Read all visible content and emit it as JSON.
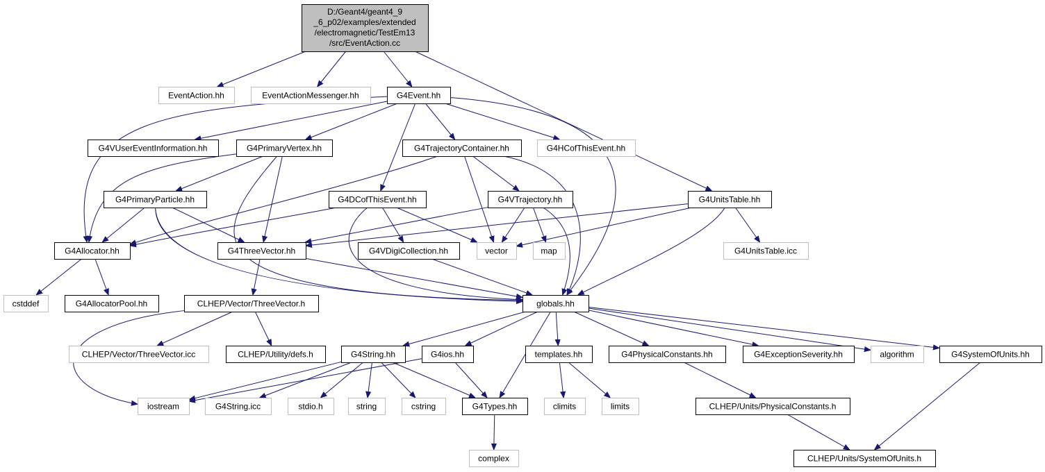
{
  "diagram": {
    "root_lines": [
      "D:/Geant4/geant4_9",
      "_6_p02/examples/extended",
      "/electromagnetic/TestEm13",
      "/src/EventAction.cc"
    ],
    "nodes": {
      "root": "D:/Geant4/geant4_9_6_p02/examples/extended/electromagnetic/TestEm13/src/EventAction.cc",
      "eventaction_hh": "EventAction.hh",
      "eventactionmessenger_hh": "EventActionMessenger.hh",
      "g4event_hh": "G4Event.hh",
      "g4vusereventinformation_hh": "G4VUserEventInformation.hh",
      "g4primaryvertex_hh": "G4PrimaryVertex.hh",
      "g4trajectorycontainer_hh": "G4TrajectoryContainer.hh",
      "g4hcofthisevent_hh": "G4HCofThisEvent.hh",
      "g4primaryparticle_hh": "G4PrimaryParticle.hh",
      "g4dcofthisevent_hh": "G4DCofThisEvent.hh",
      "g4vtrajectory_hh": "G4VTrajectory.hh",
      "g4unitstable_hh": "G4UnitsTable.hh",
      "g4allocator_hh": "G4Allocator.hh",
      "g4threevector_hh": "G4ThreeVector.hh",
      "g4vdigicollection_hh": "G4VDigiCollection.hh",
      "vector": "vector",
      "map": "map",
      "g4unitstable_icc": "G4UnitsTable.icc",
      "cstddef": "cstddef",
      "g4allocatorpool_hh": "G4AllocatorPool.hh",
      "clhep_threevector_h": "CLHEP/Vector/ThreeVector.h",
      "globals_hh": "globals.hh",
      "clhep_threevector_icc": "CLHEP/Vector/ThreeVector.icc",
      "clhep_defs_h": "CLHEP/Utility/defs.h",
      "g4string_hh": "G4String.hh",
      "g4ios_hh": "G4ios.hh",
      "templates_hh": "templates.hh",
      "g4physicalconstants_hh": "G4PhysicalConstants.hh",
      "g4exceptionseverity_hh": "G4ExceptionSeverity.hh",
      "algorithm": "algorithm",
      "g4systemofunits_hh": "G4SystemOfUnits.hh",
      "iostream": "iostream",
      "g4string_icc": "G4String.icc",
      "stdio_h": "stdio.h",
      "string": "string",
      "cstring": "cstring",
      "g4types_hh": "G4Types.hh",
      "climits": "climits",
      "limits": "limits",
      "clhep_physicalconstants_h": "CLHEP/Units/PhysicalConstants.h",
      "complex": "complex",
      "clhep_systemofunits_h": "CLHEP/Units/SystemOfUnits.h"
    },
    "external_nodes": [
      "eventaction_hh",
      "eventactionmessenger_hh",
      "g4hcofthisevent_hh",
      "vector",
      "map",
      "g4unitstable_icc",
      "cstddef",
      "clhep_threevector_icc",
      "algorithm",
      "iostream",
      "g4string_icc",
      "stdio_h",
      "string",
      "cstring",
      "climits",
      "limits",
      "complex"
    ],
    "edges": [
      [
        "root",
        "eventaction_hh"
      ],
      [
        "root",
        "eventactionmessenger_hh"
      ],
      [
        "root",
        "g4event_hh"
      ],
      [
        "root",
        "g4unitstable_hh"
      ],
      [
        "g4event_hh",
        "g4vusereventinformation_hh"
      ],
      [
        "g4event_hh",
        "g4primaryvertex_hh"
      ],
      [
        "g4event_hh",
        "g4trajectorycontainer_hh"
      ],
      [
        "g4event_hh",
        "g4hcofthisevent_hh"
      ],
      [
        "g4event_hh",
        "g4dcofthisevent_hh"
      ],
      [
        "g4event_hh",
        "g4allocator_hh"
      ],
      [
        "g4event_hh",
        "globals_hh"
      ],
      [
        "g4primaryvertex_hh",
        "g4primaryparticle_hh"
      ],
      [
        "g4primaryvertex_hh",
        "g4allocator_hh"
      ],
      [
        "g4primaryvertex_hh",
        "g4threevector_hh"
      ],
      [
        "g4primaryvertex_hh",
        "globals_hh"
      ],
      [
        "g4trajectorycontainer_hh",
        "g4vtrajectory_hh"
      ],
      [
        "g4trajectorycontainer_hh",
        "vector"
      ],
      [
        "g4trajectorycontainer_hh",
        "g4allocator_hh"
      ],
      [
        "g4trajectorycontainer_hh",
        "globals_hh"
      ],
      [
        "g4primaryparticle_hh",
        "g4allocator_hh"
      ],
      [
        "g4primaryparticle_hh",
        "g4threevector_hh"
      ],
      [
        "g4primaryparticle_hh",
        "globals_hh"
      ],
      [
        "g4dcofthisevent_hh",
        "g4vdigicollection_hh"
      ],
      [
        "g4dcofthisevent_hh",
        "vector"
      ],
      [
        "g4dcofthisevent_hh",
        "g4allocator_hh"
      ],
      [
        "g4dcofthisevent_hh",
        "globals_hh"
      ],
      [
        "g4vtrajectory_hh",
        "vector"
      ],
      [
        "g4vtrajectory_hh",
        "map"
      ],
      [
        "g4vtrajectory_hh",
        "g4threevector_hh"
      ],
      [
        "g4vtrajectory_hh",
        "globals_hh"
      ],
      [
        "g4unitstable_hh",
        "vector"
      ],
      [
        "g4unitstable_hh",
        "g4unitstable_icc"
      ],
      [
        "g4unitstable_hh",
        "g4threevector_hh"
      ],
      [
        "g4unitstable_hh",
        "globals_hh"
      ],
      [
        "g4allocator_hh",
        "cstddef"
      ],
      [
        "g4allocator_hh",
        "g4allocatorpool_hh"
      ],
      [
        "g4threevector_hh",
        "clhep_threevector_h"
      ],
      [
        "g4threevector_hh",
        "globals_hh"
      ],
      [
        "g4vdigicollection_hh",
        "globals_hh"
      ],
      [
        "clhep_threevector_h",
        "iostream"
      ],
      [
        "clhep_threevector_h",
        "clhep_threevector_icc"
      ],
      [
        "clhep_threevector_h",
        "clhep_defs_h"
      ],
      [
        "globals_hh",
        "g4string_hh"
      ],
      [
        "globals_hh",
        "g4ios_hh"
      ],
      [
        "globals_hh",
        "g4types_hh"
      ],
      [
        "globals_hh",
        "templates_hh"
      ],
      [
        "globals_hh",
        "g4physicalconstants_hh"
      ],
      [
        "globals_hh",
        "g4exceptionseverity_hh"
      ],
      [
        "globals_hh",
        "algorithm"
      ],
      [
        "globals_hh",
        "g4systemofunits_hh"
      ],
      [
        "g4string_hh",
        "iostream"
      ],
      [
        "g4string_hh",
        "g4string_icc"
      ],
      [
        "g4string_hh",
        "stdio_h"
      ],
      [
        "g4string_hh",
        "string"
      ],
      [
        "g4string_hh",
        "cstring"
      ],
      [
        "g4string_hh",
        "g4types_hh"
      ],
      [
        "g4ios_hh",
        "iostream"
      ],
      [
        "g4ios_hh",
        "g4types_hh"
      ],
      [
        "templates_hh",
        "climits"
      ],
      [
        "templates_hh",
        "limits"
      ],
      [
        "g4physicalconstants_hh",
        "clhep_physicalconstants_h"
      ],
      [
        "g4systemofunits_hh",
        "clhep_systemofunits_h"
      ],
      [
        "g4types_hh",
        "complex"
      ],
      [
        "clhep_physicalconstants_h",
        "clhep_systemofunits_h"
      ]
    ]
  }
}
